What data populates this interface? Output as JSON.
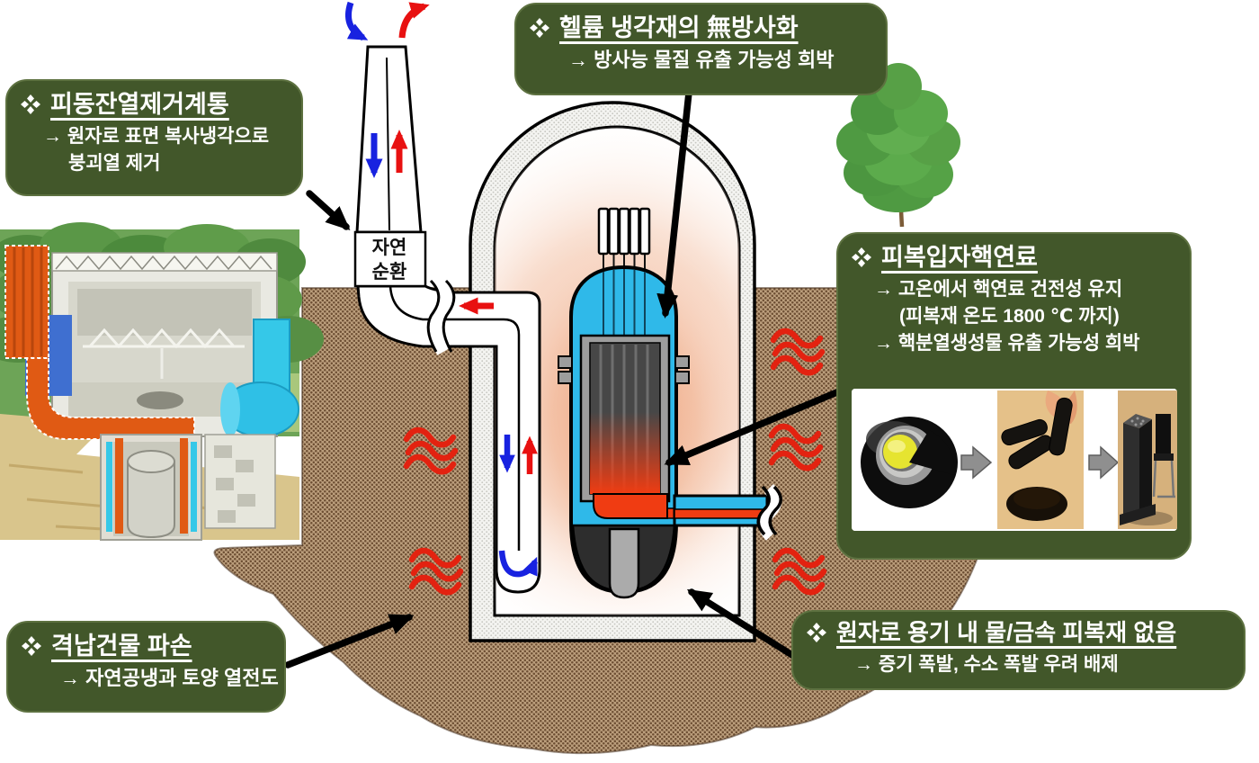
{
  "slide": {
    "subject": "passive-safety-features-of-helium-cooled-reactor-diagram"
  },
  "colors": {
    "callout_green": "#42572a",
    "soil_brown": "#9a7c5e",
    "containment_gray": "#f4f4f1",
    "coolant_cyan": "#2fb9e9",
    "hot_orange": "#f03c12",
    "heat_wave_red": "#e32210",
    "flow_arrow_red": "#e81111",
    "flow_arrow_blue": "#1822e0",
    "annotation_arrow_black": "#000000"
  },
  "icons": {
    "bullet_icon": "four-diamond-bullet",
    "bullet_glyph": "❖",
    "heat_wave_icon": "red-triple-wave",
    "tree_icon": "green-tree"
  },
  "callouts": {
    "passive_heat_removal": {
      "bullet": "❖",
      "title": "피동잔열제거계통",
      "lines": [
        "→ 원자로 표면  복사냉각으로",
        "붕괴열 제거"
      ]
    },
    "helium_coolant": {
      "bullet": "❖",
      "title": "헬륨 냉각재의 無방사화",
      "lines": [
        "→ 방사능 물질 유출 가능성 희박"
      ]
    },
    "coated_particle_fuel": {
      "bullet": "❖",
      "title": "피복입자핵연료",
      "lines": [
        "→ 고온에서 핵연료 건전성 유지",
        "(피복재 온도 1800 ℃ 까지)",
        "→ 핵분열생성물 유출 가능성 희박"
      ]
    },
    "containment_damage": {
      "bullet": "❖",
      "title": "격납건물 파손",
      "lines": [
        "→ 자연공냉과 토양 열전도"
      ]
    },
    "no_water_metal_cladding": {
      "bullet": "❖",
      "title": "원자로 용기 내 물/금속 피복재 없음",
      "lines": [
        "→ 증기 폭발, 수소 폭발 우려  배제"
      ]
    }
  },
  "chimney": {
    "label_line1": "자연",
    "label_line2": "순환"
  }
}
